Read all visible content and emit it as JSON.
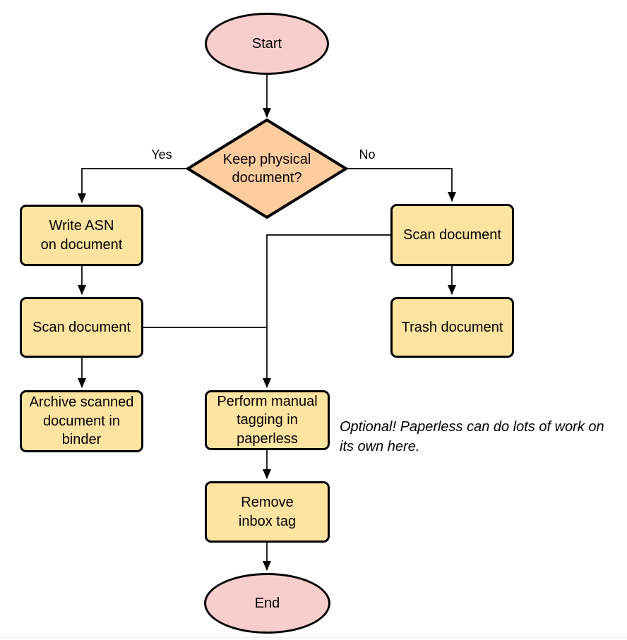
{
  "colors": {
    "terminal_fill": "#f8cecc",
    "decision_fill": "#ffcc9e",
    "process_fill": "#ffe3a0",
    "stroke": "#000000",
    "text": "#000000",
    "background": "#ffffff",
    "footer_line": "#f0eeed"
  },
  "chart_data": {
    "type": "flowchart",
    "nodes": [
      {
        "id": "start",
        "type": "terminal",
        "label": "Start"
      },
      {
        "id": "decision",
        "type": "decision",
        "label": "Keep physical document?"
      },
      {
        "id": "write_asn",
        "type": "process",
        "label": "Write ASN on document"
      },
      {
        "id": "scan_left",
        "type": "process",
        "label": "Scan document"
      },
      {
        "id": "archive",
        "type": "process",
        "label": "Archive scanned document in binder"
      },
      {
        "id": "scan_right",
        "type": "process",
        "label": "Scan document"
      },
      {
        "id": "trash",
        "type": "process",
        "label": "Trash document"
      },
      {
        "id": "tagging",
        "type": "process",
        "label": "Perform manual tagging in paperless"
      },
      {
        "id": "remove_inbox",
        "type": "process",
        "label": "Remove inbox tag"
      },
      {
        "id": "end",
        "type": "terminal",
        "label": "End"
      }
    ],
    "edges": [
      {
        "from": "start",
        "to": "decision",
        "label": ""
      },
      {
        "from": "decision",
        "to": "write_asn",
        "label": "Yes"
      },
      {
        "from": "decision",
        "to": "scan_right",
        "label": "No"
      },
      {
        "from": "write_asn",
        "to": "scan_left",
        "label": ""
      },
      {
        "from": "scan_left",
        "to": "archive",
        "label": ""
      },
      {
        "from": "scan_left",
        "to": "tagging",
        "label": ""
      },
      {
        "from": "scan_right",
        "to": "trash",
        "label": ""
      },
      {
        "from": "scan_right",
        "to": "tagging",
        "label": ""
      },
      {
        "from": "tagging",
        "to": "remove_inbox",
        "label": ""
      },
      {
        "from": "remove_inbox",
        "to": "end",
        "label": ""
      }
    ],
    "annotation": "Optional! Paperless can do lots of work on its own here."
  },
  "nodes": {
    "start": {
      "label": "Start"
    },
    "decision": {
      "label": "Keep physical\ndocument?"
    },
    "write_asn": {
      "label": "Write ASN\non document"
    },
    "scan_left": {
      "label": "Scan document"
    },
    "archive": {
      "label": "Archive scanned\ndocument in\nbinder"
    },
    "scan_right": {
      "label": "Scan document"
    },
    "trash": {
      "label": "Trash document"
    },
    "tagging": {
      "label": "Perform manual\ntagging in\npaperless"
    },
    "remove_inbox": {
      "label": "Remove\ninbox tag"
    },
    "end": {
      "label": "End"
    }
  },
  "edge_labels": {
    "yes": "Yes",
    "no": "No"
  },
  "note": "Optional! Paperless can do lots of work on\nits own here."
}
